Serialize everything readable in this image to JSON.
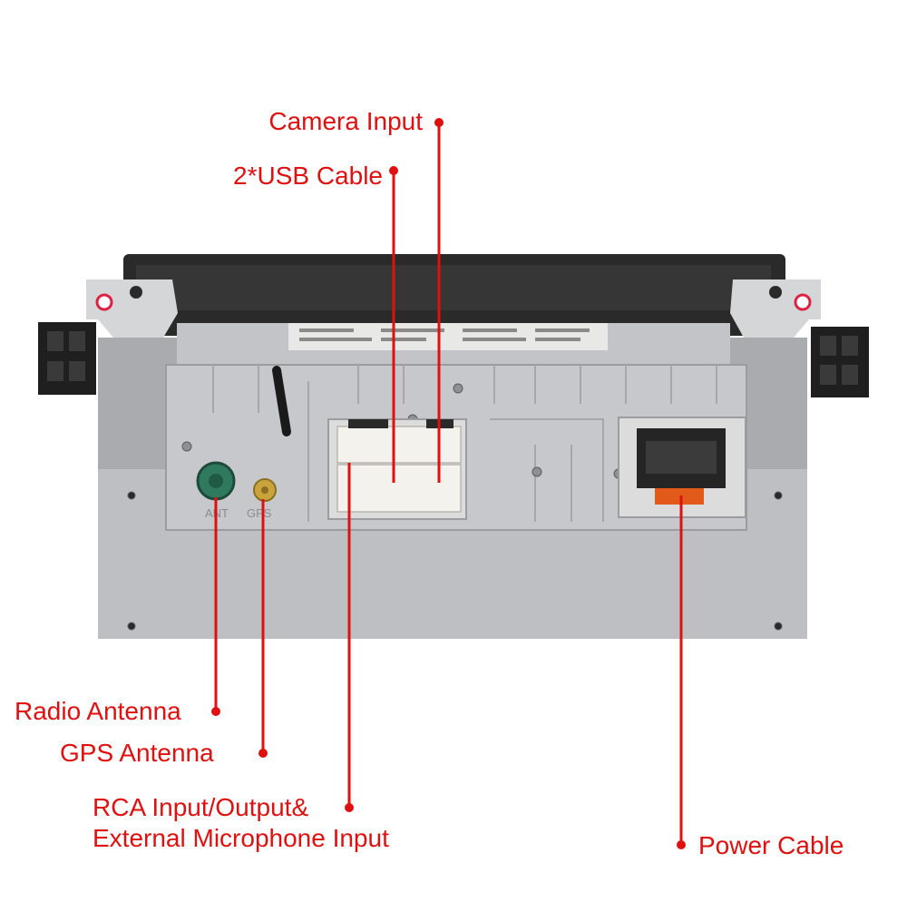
{
  "device": {
    "port_labels": {
      "ant": "ANT",
      "gps": "GPS"
    }
  },
  "callouts": [
    {
      "id": "camera-input",
      "label": "Camera Input"
    },
    {
      "id": "usb-cable",
      "label": "2*USB Cable"
    },
    {
      "id": "radio-antenna",
      "label": "Radio Antenna"
    },
    {
      "id": "gps-antenna",
      "label": "GPS Antenna"
    },
    {
      "id": "rca-mic",
      "label": "RCA Input/Output&",
      "label_line2": "External Microphone Input"
    },
    {
      "id": "power-cable",
      "label": "Power Cable"
    }
  ],
  "colors": {
    "callout": "#e01010",
    "bezel": "#2a2a2a",
    "housing": "#b7b9bc",
    "back_panel": "#c6c8cb",
    "connector": "#f4f2ec",
    "bracket": "#d4d6d8",
    "ant_jack": "#2f7a5e",
    "gps_jack": "#c9a43a"
  }
}
